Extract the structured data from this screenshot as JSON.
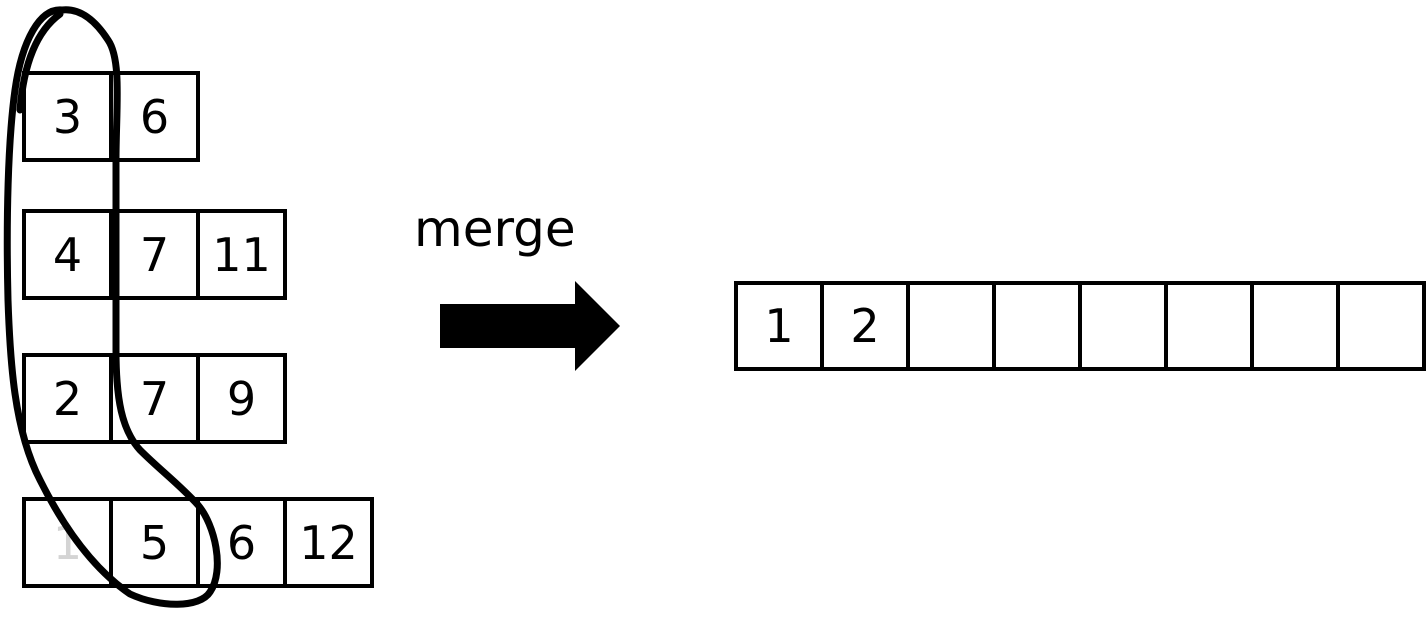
{
  "input_lists": [
    {
      "cells": [
        "3",
        "6"
      ]
    },
    {
      "cells": [
        "4",
        "7",
        "11"
      ]
    },
    {
      "cells": [
        "2",
        "7",
        "9"
      ]
    },
    {
      "cells": [
        "1",
        "5",
        "6",
        "12"
      ],
      "faded_index": 0
    }
  ],
  "merge_label": "merge",
  "output_list": {
    "cells": [
      "1",
      "2",
      "",
      "",
      "",
      "",
      "",
      ""
    ]
  },
  "colors": {
    "stroke": "#000000",
    "faded_text": "#d4d4d4",
    "background": "#ffffff"
  },
  "icons": {
    "arrow": "right-arrow-icon"
  }
}
